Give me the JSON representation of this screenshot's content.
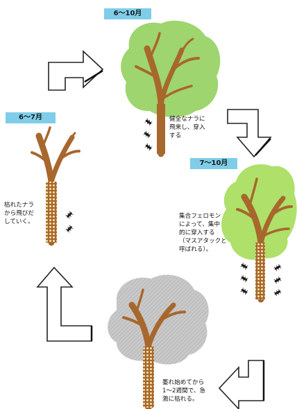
{
  "periods": {
    "top": "6～10月",
    "right": "7～10月",
    "left": "6～7月"
  },
  "notes": {
    "invade": "健全なナラに\n飛来し、穿入\nする",
    "mass_attack": "集合フェロモン\nによって、集中\n的に穿入する\n（マスアタックと\n呼ばれる）。",
    "wilt": "萎れ始めてから\n1～2週間で、急\n激に枯れる。",
    "emerge": "枯れたナラ\nから飛びだ\nしていく。"
  },
  "colors": {
    "label_bg": "#7fcde9",
    "healthy_crown": "#9ed56e",
    "attacked_crown": "#aee06a",
    "wilted_crown": "#c8c8c8",
    "trunk": "#a8672d",
    "dots": "#f3e6b0"
  }
}
